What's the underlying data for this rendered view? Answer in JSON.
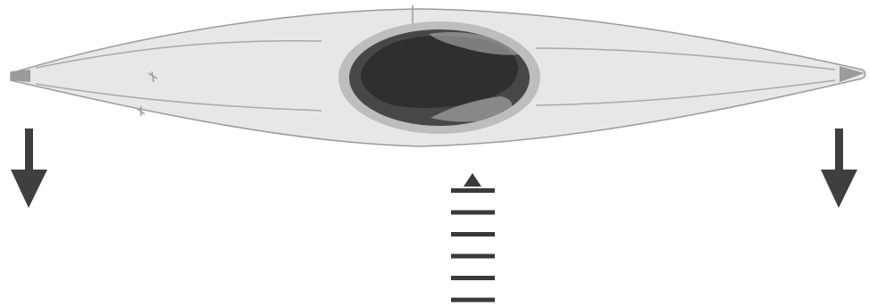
{
  "diagram": {
    "subject": "kayak-top-view",
    "colors": {
      "background": "#ffffff",
      "hull": "#e7e7e7",
      "hull_edge": "#9b9b9b",
      "seam": "#a9a9a9",
      "cockpit_rim": "#bdbdbd",
      "cockpit_interior": "#474747",
      "seat_shadow": "#2f2f2f",
      "arrow": "#3f3f3f",
      "support_bars": "#3a3a3a"
    },
    "arrows": [
      {
        "id": "left-down-arrow",
        "direction": "down"
      },
      {
        "id": "right-down-arrow",
        "direction": "down"
      }
    ],
    "support": {
      "indicator": "up-triangle",
      "bar_count": 6
    }
  }
}
